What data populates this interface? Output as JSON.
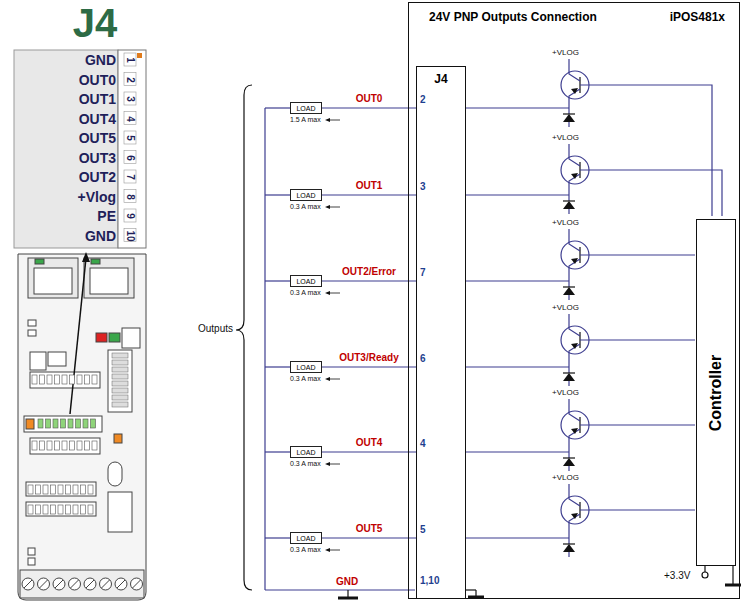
{
  "diagram": {
    "nodes": [
      {
        "text": [
          "24V PNP Outputs Connection",
          "iPOS481x"
        ]
      },
      {
        "text": [
          "J4"
        ],
        "in": 0
      },
      {
        "text": [
          "Controller"
        ],
        "in": 0
      },
      {
        "text": [
          "LOAD"
        ]
      },
      {
        "text": [
          "LOAD"
        ]
      },
      {
        "text": [
          "LOAD"
        ]
      },
      {
        "text": [
          "LOAD"
        ]
      },
      {
        "text": [
          "LOAD"
        ]
      },
      {
        "text": [
          "LOAD"
        ]
      }
    ],
    "edges": [
      {
        "from": 3,
        "to": 1,
        "arrow": "none",
        "label": "OUT0"
      },
      {
        "from": 4,
        "to": 1,
        "arrow": "none",
        "label": "OUT1"
      },
      {
        "from": 5,
        "to": 1,
        "arrow": "none",
        "label": "OUT2/Error"
      },
      {
        "from": 6,
        "to": 1,
        "arrow": "none",
        "label": "OUT3/Ready"
      },
      {
        "from": 7,
        "to": 1,
        "arrow": "none",
        "label": "OUT4"
      },
      {
        "from": 8,
        "to": 1,
        "arrow": "none",
        "label": "OUT5"
      }
    ],
    "labels": [
      "J4",
      "GND",
      "OUT0",
      "OUT1",
      "OUT4",
      "OUT5",
      "OUT3",
      "OUT2",
      "+Vlog",
      "PE",
      "GND",
      "1",
      "2",
      "3",
      "4",
      "5",
      "6",
      "7",
      "8",
      "9",
      "10",
      "2",
      "3",
      "7",
      "6",
      "4",
      "5",
      "1,10",
      "1.5 A max",
      "0.3 A max",
      "0.3 A max",
      "0.3 A max",
      "0.3 A max",
      "0.3 A max",
      "GND",
      "Outputs",
      "+VLOG",
      "+VLOG",
      "+VLOG",
      "+VLOG",
      "+VLOG",
      "+VLOG",
      "+3.3V"
    ]
  }
}
